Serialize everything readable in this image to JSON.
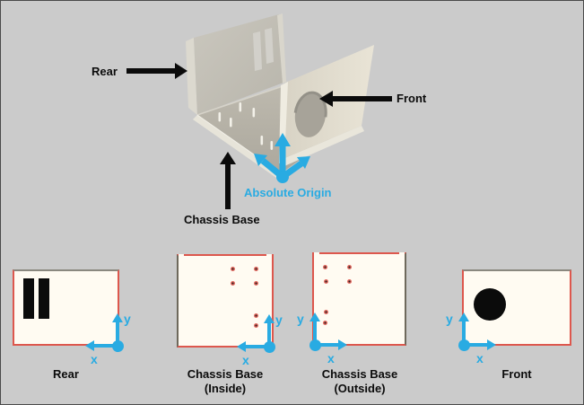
{
  "view3d": {
    "rear_label": "Rear",
    "front_label": "Front",
    "chassis_base_label": "Chassis Base",
    "absolute_origin_label": "Absolute Origin"
  },
  "flat_views": {
    "rear": {
      "caption": "Rear"
    },
    "base_inside": {
      "caption_line1": "Chassis Base",
      "caption_line2": "(Inside)"
    },
    "base_outside": {
      "caption_line1": "Chassis Base",
      "caption_line2": "(Outside)"
    },
    "front": {
      "caption": "Front"
    }
  },
  "axis_labels": {
    "x": "x",
    "y": "y"
  },
  "colors": {
    "background": "#CBCBCB",
    "accent_cyan": "#29ABE2",
    "cut_edge_red": "#DD574D",
    "panel_fill": "#FFFBF2",
    "arrow_black": "#0B0B0B",
    "metal_rear": "#C1BEB5",
    "metal_base": "#B3AFA4",
    "metal_front": "#E0DBCD",
    "metal_flange": "#E9E6DB"
  }
}
